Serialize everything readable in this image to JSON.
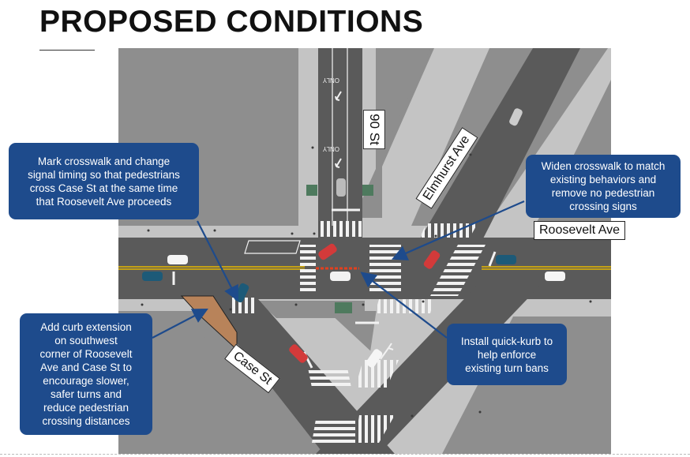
{
  "title": "PROPOSED CONDITIONS",
  "streets": {
    "roosevelt": "Roosevelt Ave",
    "ninetieth": "90 St",
    "elmhurst": "Elmhurst Ave",
    "case": "Case St"
  },
  "pavement_markings": {
    "only_1": "ONLY",
    "only_2": "ONLY"
  },
  "callouts": {
    "crosswalk_timing": {
      "lines": [
        "Mark crosswalk and change",
        "signal timing so that pedestrians",
        "cross Case St at the same time",
        "that Roosevelt Ave proceeds"
      ]
    },
    "widen_crosswalk": {
      "lines": [
        "Widen crosswalk to match",
        "existing behaviors and",
        "remove no pedestrian",
        "crossing signs"
      ]
    },
    "curb_extension": {
      "lines": [
        "Add curb extension",
        "on southwest",
        "corner of Roosevelt",
        "Ave and Case St to",
        "encourage slower,",
        "safer turns and",
        "reduce pedestrian",
        "crossing distances"
      ]
    },
    "quick_kurb": {
      "lines": [
        "Install quick-kurb to",
        "help enforce",
        "existing turn bans"
      ]
    }
  },
  "colors": {
    "callout_bg": "#1e4b8c",
    "arrow": "#1e4b8c",
    "asphalt": "#5a5a5a",
    "sidewalk": "#c4c4c4",
    "block": "#8e8e8e",
    "curb_extension": "#b8835a",
    "centerline": "#e6b800",
    "quick_kurb": "#e2401f",
    "plaza_green": "#4e7a5e"
  }
}
